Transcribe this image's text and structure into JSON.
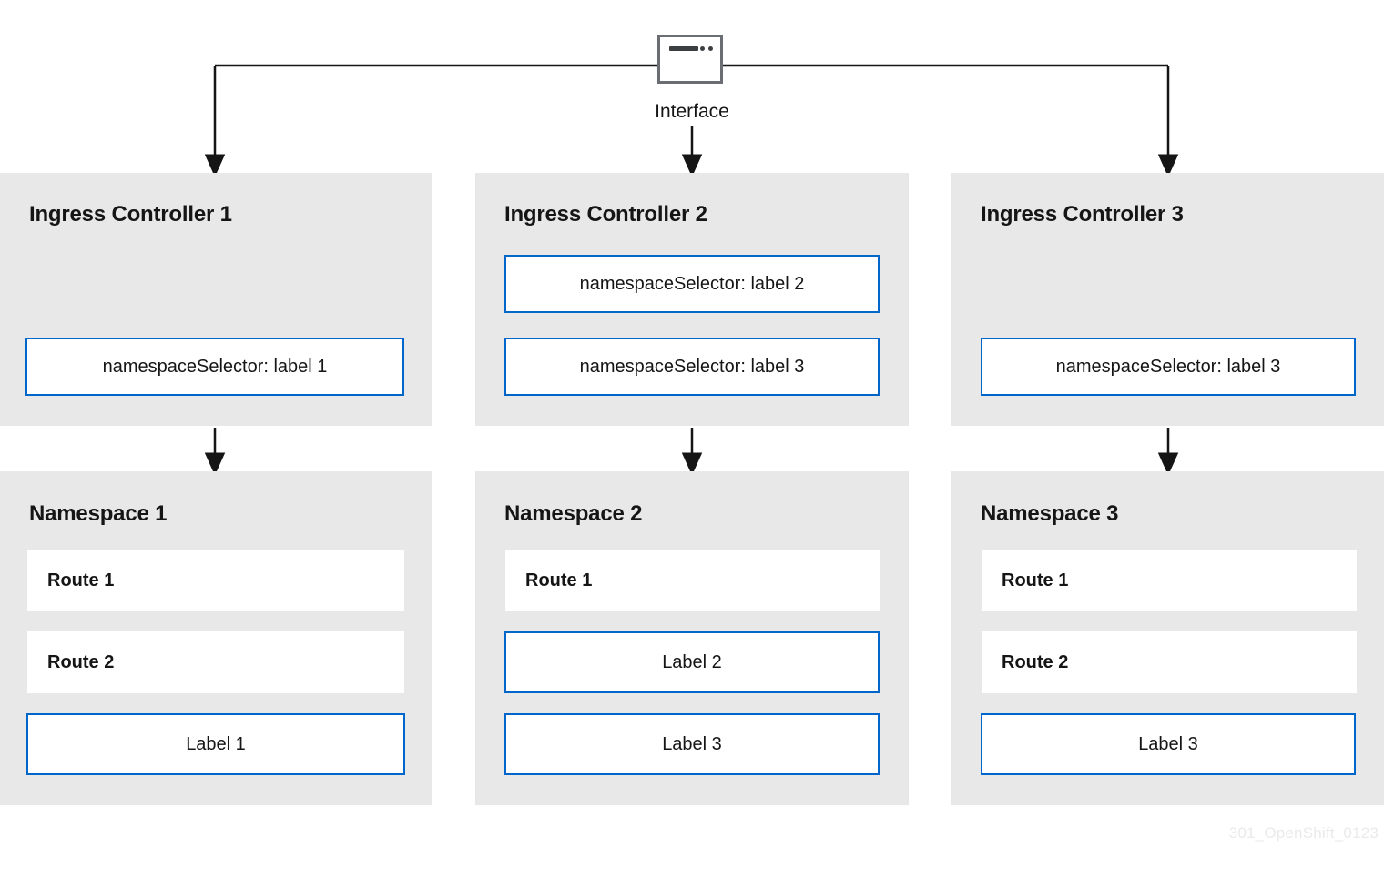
{
  "diagram": {
    "watermark": "301_OpenShift_0123",
    "colors": {
      "panel_bg": "#E8E8E8",
      "accent_blue": "#0066CC",
      "text": "#151515",
      "connector": "#151515",
      "icon_border": "#6A6E73"
    }
  },
  "interface": {
    "label": "Interface",
    "icon": "browser-window-icon"
  },
  "controllers": [
    {
      "title": "Ingress Controller 1",
      "selectors": [
        "namespaceSelector: label 1"
      ]
    },
    {
      "title": "Ingress Controller 2",
      "selectors": [
        "namespaceSelector: label 2",
        "namespaceSelector: label 3"
      ]
    },
    {
      "title": "Ingress Controller 3",
      "selectors": [
        "namespaceSelector: label 3"
      ]
    }
  ],
  "namespaces": [
    {
      "title": "Namespace 1",
      "routes": [
        "Route 1",
        "Route 2"
      ],
      "labels": [
        "Label 1"
      ]
    },
    {
      "title": "Namespace 2",
      "routes": [
        "Route 1"
      ],
      "labels": [
        "Label 2",
        "Label 3"
      ]
    },
    {
      "title": "Namespace 3",
      "routes": [
        "Route 1",
        "Route 2"
      ],
      "labels": [
        "Label 3"
      ]
    }
  ]
}
